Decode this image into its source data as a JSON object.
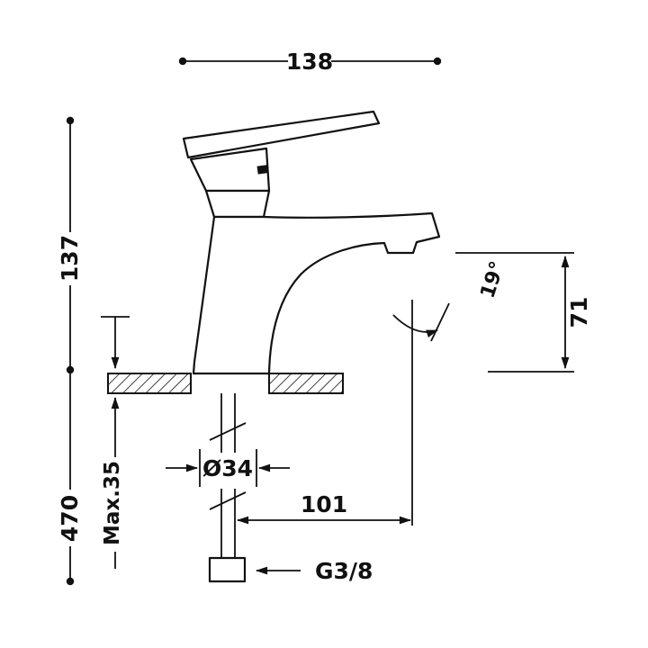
{
  "page": {
    "background": "#ffffff",
    "line_color": "#111111"
  },
  "drawing": {
    "labels": {
      "width": "138",
      "height_upper": "137",
      "height_lower": "470",
      "deck": "Max.35",
      "hole": "Ø34",
      "reach": "101",
      "thread": "G3/8",
      "spout_height": "71",
      "angle": "19°"
    }
  }
}
